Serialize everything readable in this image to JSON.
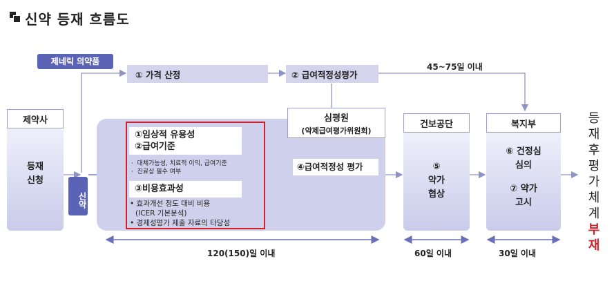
{
  "title": "신약 등재 흐름도",
  "generic_pill": "제네릭 의약품",
  "step1_bar": "① 가격 산정",
  "step2_bar": "② 급여적정성평가",
  "top_duration": "45~75일 이내",
  "pharma": {
    "header": "제약사",
    "body_line1": "등재",
    "body_line2": "신청"
  },
  "new_drug_pill": "신약",
  "hira": {
    "header": "심평원",
    "subheader": "(약제급여평가위원회)"
  },
  "criteria": {
    "item1": "①임상적 유용성",
    "item2": "②급여기준",
    "notes_line1": "대체가능성, 치료적 이익, 급여기준",
    "notes_line2": "진료상 필수 여부",
    "item3": "③비용효과성",
    "detail1": "• 효과개선 정도 대비 비용",
    "detail2": "(ICER 기본분석)",
    "detail3": "• 경제성평가 제출 자료의 타당성"
  },
  "step4": "④급여적정성 평가",
  "nhis": {
    "header": "건보공단",
    "step_num": "⑤",
    "line1": "약가",
    "line2": "협상"
  },
  "mohw": {
    "header": "복지부",
    "step6_line1": "⑥ 건정심",
    "step6_line2": "심의",
    "step7_line1": "⑦ 약가",
    "step7_line2": "고시"
  },
  "durations": {
    "d1": "120(150)일 이내",
    "d2": "60일 이내",
    "d3": "30일 이내"
  },
  "side_text": [
    "등",
    "재",
    "후",
    "평",
    "가",
    "체",
    "계"
  ],
  "side_red": [
    "부",
    "재"
  ],
  "colors": {
    "accent": "#5b63b7",
    "lavender": "#d4d5ec",
    "red": "#d0202a"
  }
}
